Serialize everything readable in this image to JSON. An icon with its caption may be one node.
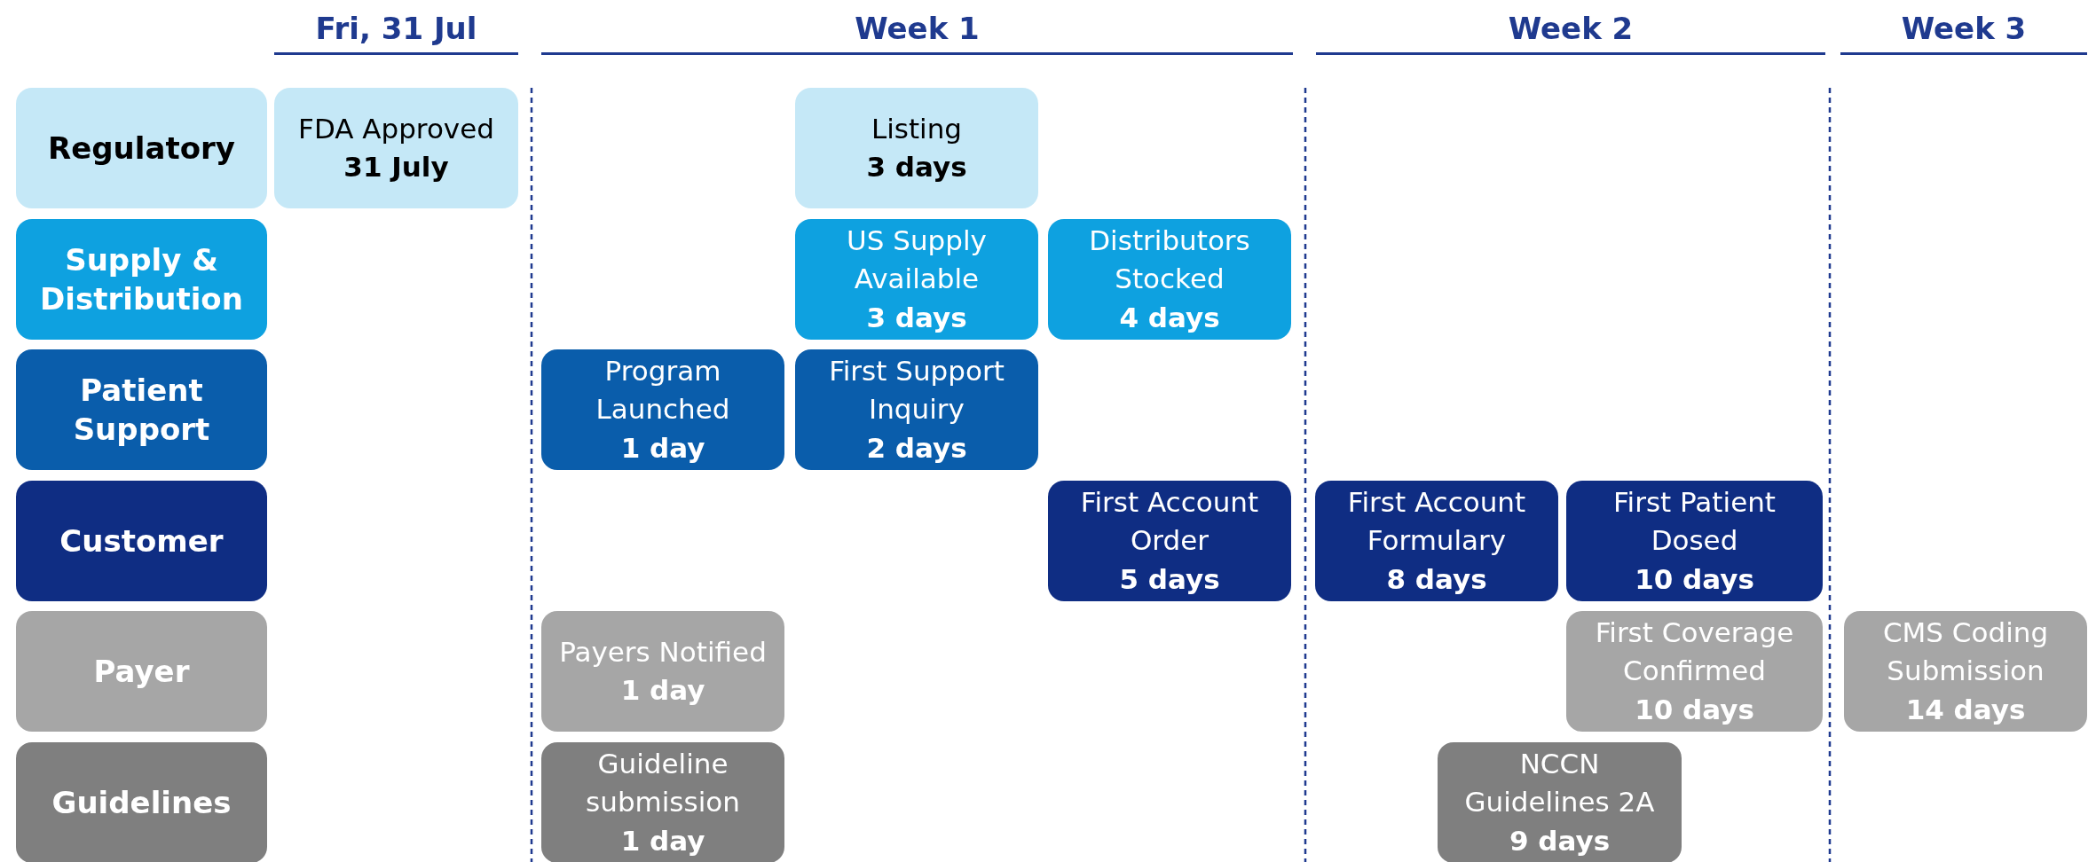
{
  "diagram": {
    "nodes": [
      {
        "text": [
          "Regulatory"
        ]
      },
      {
        "text": [
          "FDA Approved",
          "31 July"
        ]
      },
      {
        "text": [
          "Listing",
          "3 days"
        ]
      },
      {
        "text": [
          "Supply & Distribution"
        ]
      },
      {
        "text": [
          "US Supply Available",
          "3 days"
        ]
      },
      {
        "text": [
          "Distributors Stocked",
          "4 days"
        ]
      },
      {
        "text": [
          "Patient Support"
        ]
      },
      {
        "text": [
          "Program Launched",
          "1 day"
        ]
      },
      {
        "text": [
          "First Support Inquiry",
          "2 days"
        ]
      },
      {
        "text": [
          "Customer"
        ]
      },
      {
        "text": [
          "First Account Order",
          "5 days"
        ]
      },
      {
        "text": [
          "First Account Formulary",
          "8 days"
        ]
      },
      {
        "text": [
          "First Patient Dosed",
          "10 days"
        ]
      },
      {
        "text": [
          "Payer"
        ]
      },
      {
        "text": [
          "Payers Notified",
          "1 day"
        ]
      },
      {
        "text": [
          "First Coverage Confirmed",
          "10 days"
        ]
      },
      {
        "text": [
          "CMS Coding Submission",
          "14 days"
        ]
      },
      {
        "text": [
          "Guidelines"
        ]
      },
      {
        "text": [
          "Guideline submission",
          "1 day"
        ]
      },
      {
        "text": [
          "NCCN Guidelines 2A",
          "9 days"
        ]
      }
    ],
    "labels": [
      "Fri, 31 Jul",
      "Week 1",
      "Week 2",
      "Week 3"
    ]
  }
}
